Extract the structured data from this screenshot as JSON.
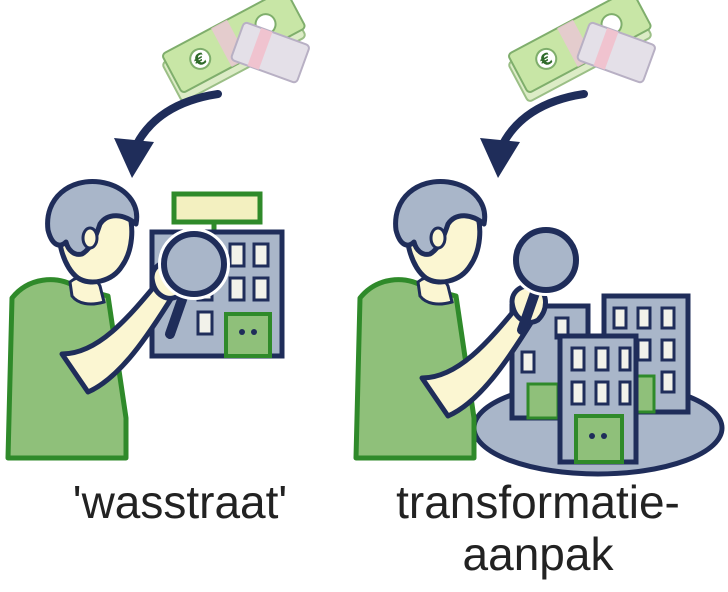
{
  "panels": [
    {
      "caption_lines": [
        "'wasstraat'"
      ],
      "icons": [
        "banknotes-icon",
        "curved-arrow-icon",
        "inspector-icon",
        "magnifying-glass-icon",
        "single-building-icon"
      ]
    },
    {
      "caption_lines": [
        "transformatie-",
        "aanpak"
      ],
      "icons": [
        "banknotes-icon",
        "curved-arrow-icon",
        "inspector-icon",
        "magnifying-glass-icon",
        "building-cluster-icon"
      ]
    }
  ],
  "money": {
    "symbols": [
      "€",
      "€"
    ]
  },
  "colors": {
    "navy": "#1f2d5a",
    "skin": "#fbf6d2",
    "shirt": "#8fc07a",
    "shirt_outline": "#2f8a2a",
    "hair": "#a9b6c9",
    "building": "#a9b6c9",
    "window": "#f2f2ea",
    "door": "#8fc07a",
    "sign": "#f3f0c0",
    "money": "#c8e6a6",
    "caption": "#222222"
  }
}
